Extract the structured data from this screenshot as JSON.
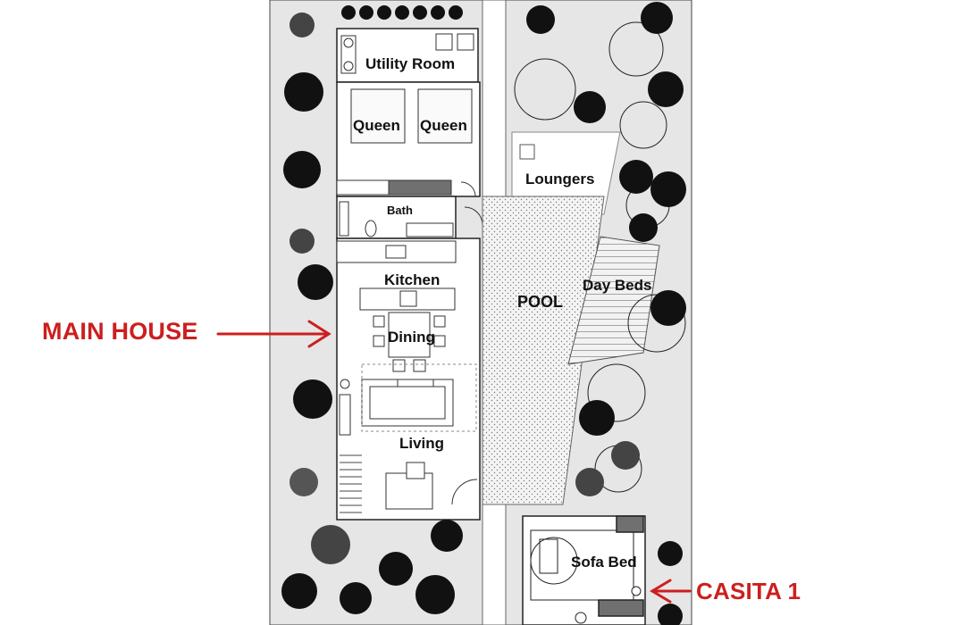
{
  "rooms": {
    "utility": "Utility Room",
    "bed_left": "Queen",
    "bed_right": "Queen",
    "bath": "Bath",
    "kitchen": "Kitchen",
    "dining": "Dining",
    "living": "Living",
    "loungers": "Loungers",
    "pool": "POOL",
    "day_beds": "Day Beds",
    "sofa_bed": "Sofa Bed"
  },
  "callouts": {
    "main_house": "MAIN HOUSE",
    "casita": "CASITA 1"
  },
  "colors": {
    "callout": "#cc1f1f",
    "ground": "#e6e6e6",
    "wall": "#222222"
  }
}
